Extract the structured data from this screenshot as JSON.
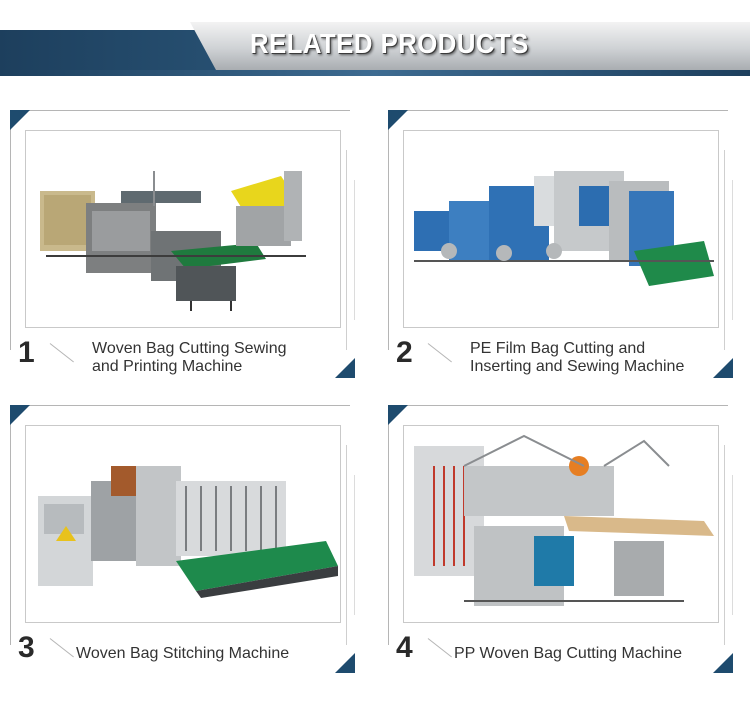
{
  "header": {
    "title": "RELATED PRODUCTS"
  },
  "products": [
    {
      "number": "1",
      "line1": "Woven Bag Cutting Sewing",
      "line2": "and Printing Machine",
      "image_icon": "woven-bag-cutting-sewing-printing-machine-photo"
    },
    {
      "number": "2",
      "line1": "PE Film Bag Cutting and",
      "line2": "Inserting and Sewing Machine",
      "image_icon": "pe-film-bag-cutting-inserting-sewing-machine-photo"
    },
    {
      "number": "3",
      "line1": "Woven Bag Stitching Machine",
      "line2": "",
      "image_icon": "woven-bag-stitching-machine-photo"
    },
    {
      "number": "4",
      "line1": "PP Woven Bag Cutting Machine",
      "line2": "",
      "image_icon": "pp-woven-bag-cutting-machine-photo"
    }
  ],
  "colors": {
    "accent": "#1e4b6e",
    "banner_dark": "#1d3f5d",
    "text": "#333333"
  }
}
